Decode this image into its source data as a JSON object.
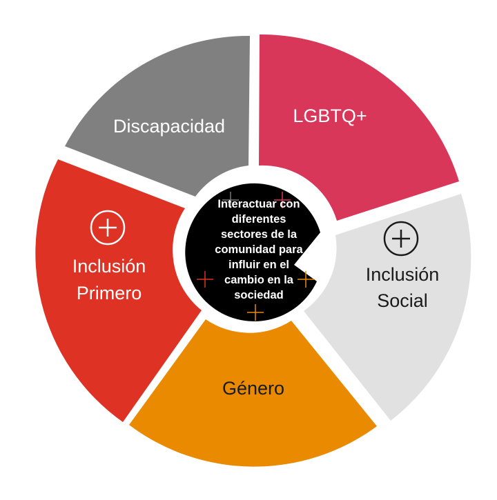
{
  "diagram": {
    "center": {
      "lines": [
        "Interactuar con",
        "diferentes",
        "sectores de la",
        "comunidad para",
        "influir en el",
        "cambio en la",
        "sociedad"
      ],
      "background_color": "#000000"
    },
    "segments": [
      {
        "label": "LGBTQ+",
        "color": "#d9375a",
        "text_color": "#ffffff"
      },
      {
        "label_lines": [
          "Inclusión",
          "Social"
        ],
        "icon": "plus-circle-icon",
        "color": "#e1e1e1",
        "text_color": "#1a1a1a"
      },
      {
        "label": "Género",
        "color": "#ea8a00",
        "text_color": "#1a1a1a"
      },
      {
        "label_lines": [
          "Inclusión",
          "Primero"
        ],
        "icon": "plus-circle-icon",
        "color": "#de3324",
        "text_color": "#ffffff"
      },
      {
        "label": "Discapacidad",
        "color": "#808080",
        "text_color": "#ffffff"
      }
    ],
    "decorative_crosses": [
      "plus-icon",
      "plus-icon",
      "plus-icon",
      "plus-icon",
      "plus-icon"
    ]
  }
}
